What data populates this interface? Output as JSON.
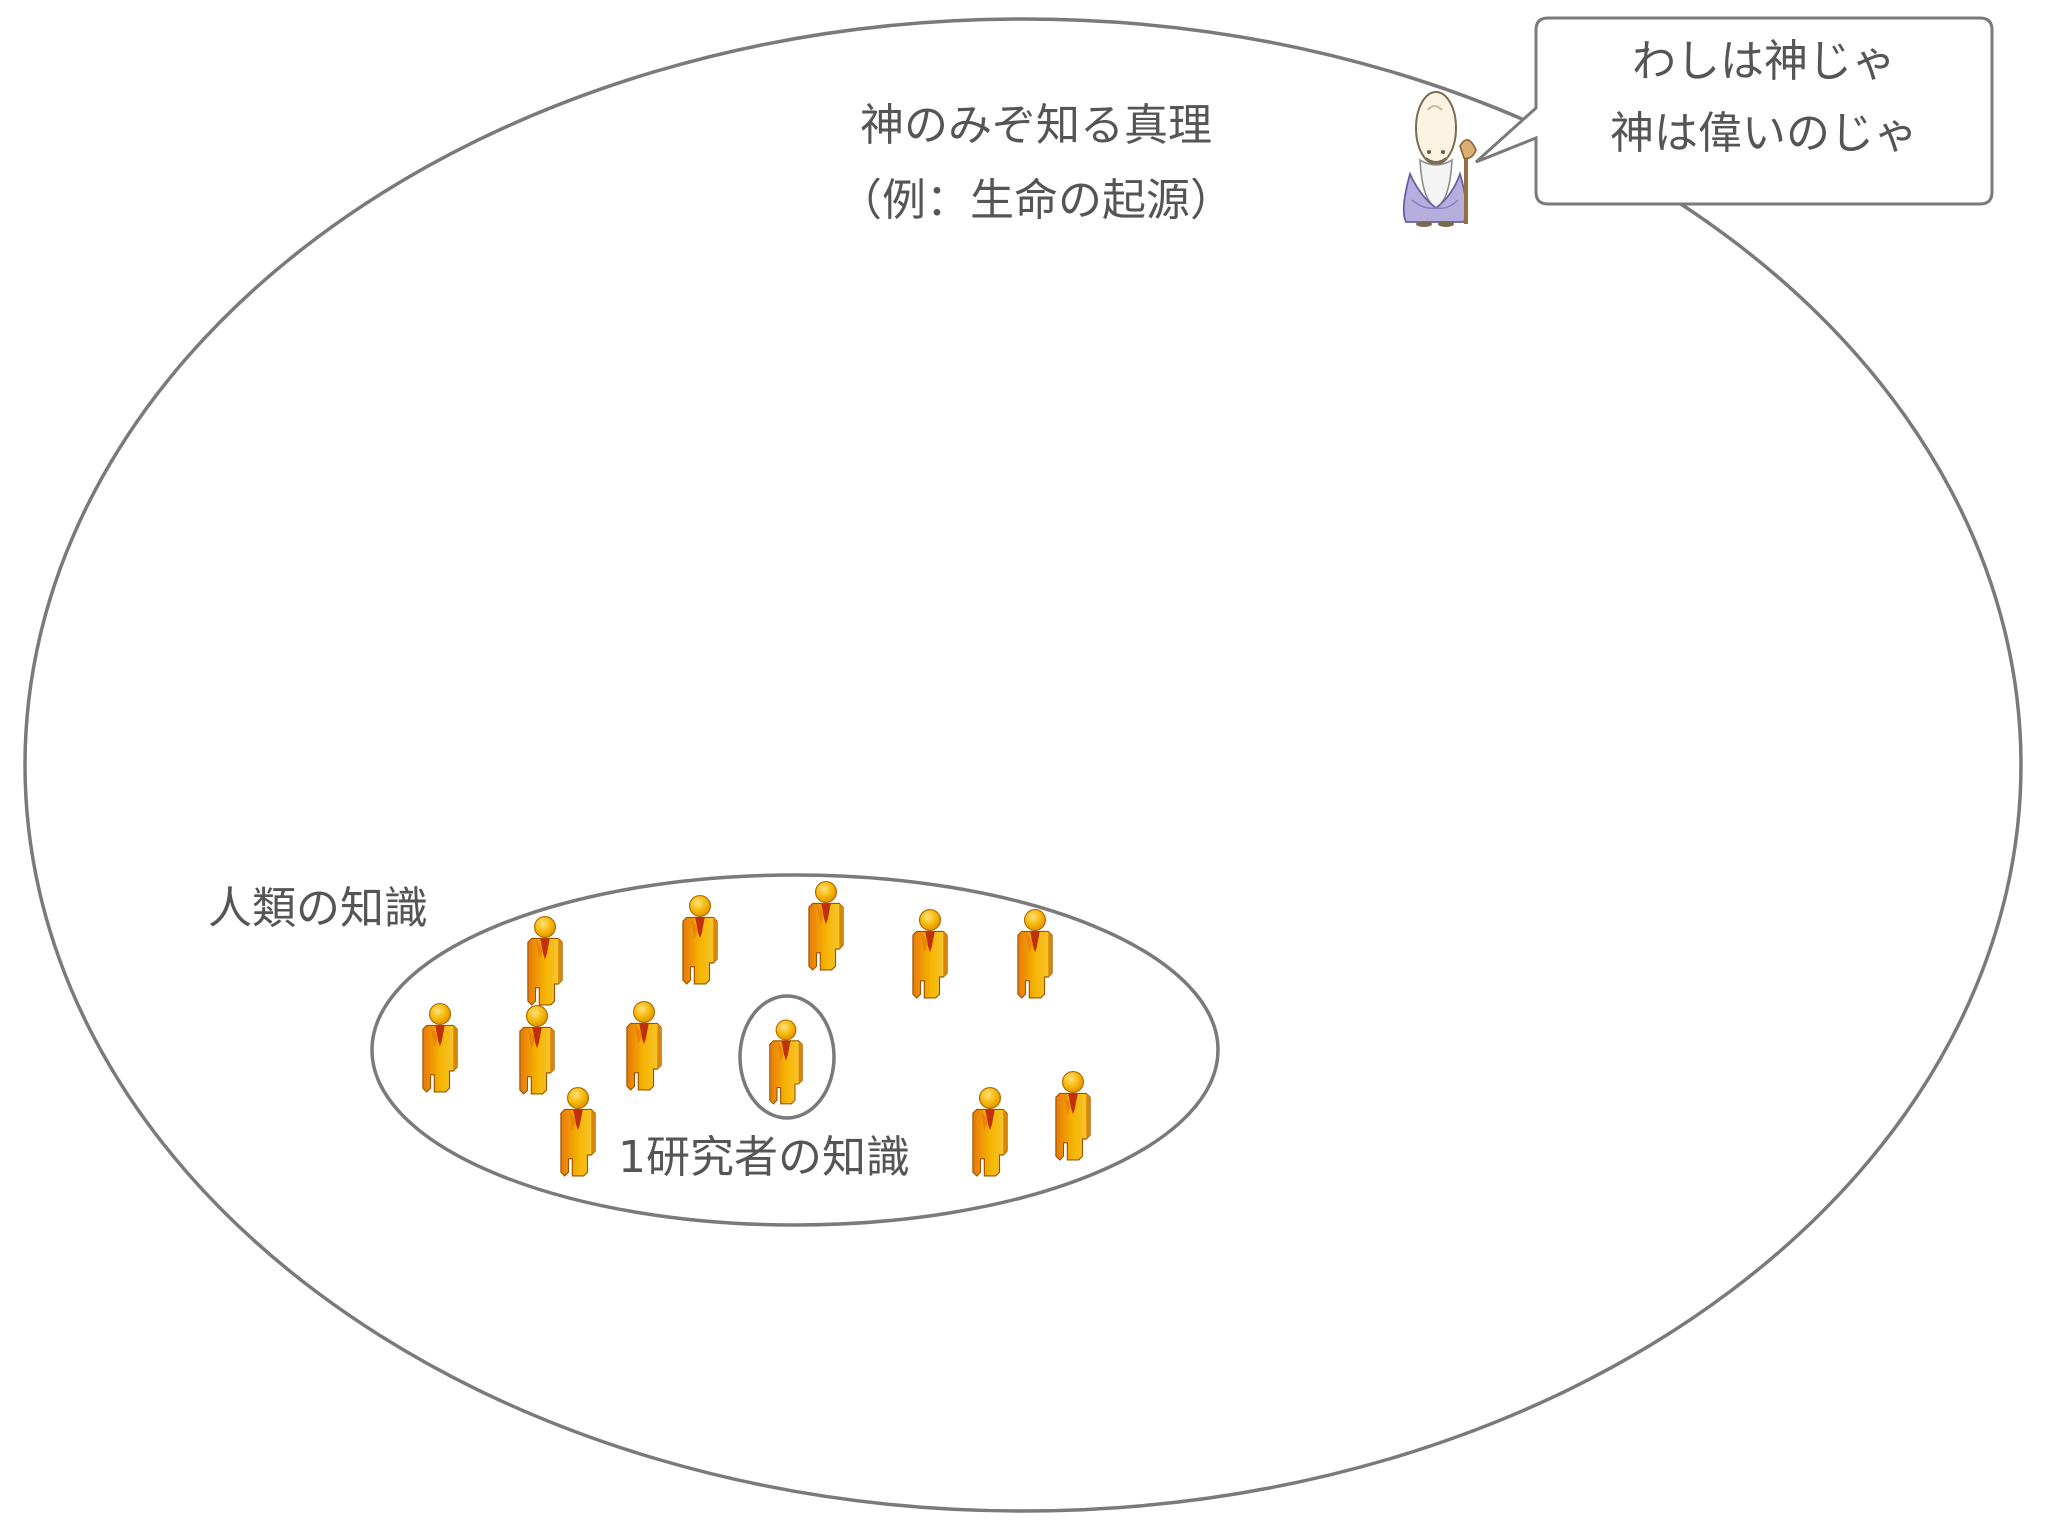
{
  "regions": {
    "truth": {
      "line1": "神のみぞ知る真理",
      "line2": "（例：生命の起源）"
    },
    "humanity": {
      "label": "人類の知識"
    },
    "researcher": {
      "label": "1研究者の知識"
    }
  },
  "speech_bubble": {
    "line1": "わしは神じゃ",
    "line2": "神は偉いのじゃ"
  },
  "icons": {
    "god": "old-sage-god-icon",
    "person": "person-figure-icon"
  },
  "colors": {
    "outline": "#7a7a7a",
    "text": "#555555",
    "person_yellow": "#f5b400",
    "person_orange": "#e8780a",
    "person_red": "#c0300f",
    "robe_purple": "#9a8cc8"
  }
}
